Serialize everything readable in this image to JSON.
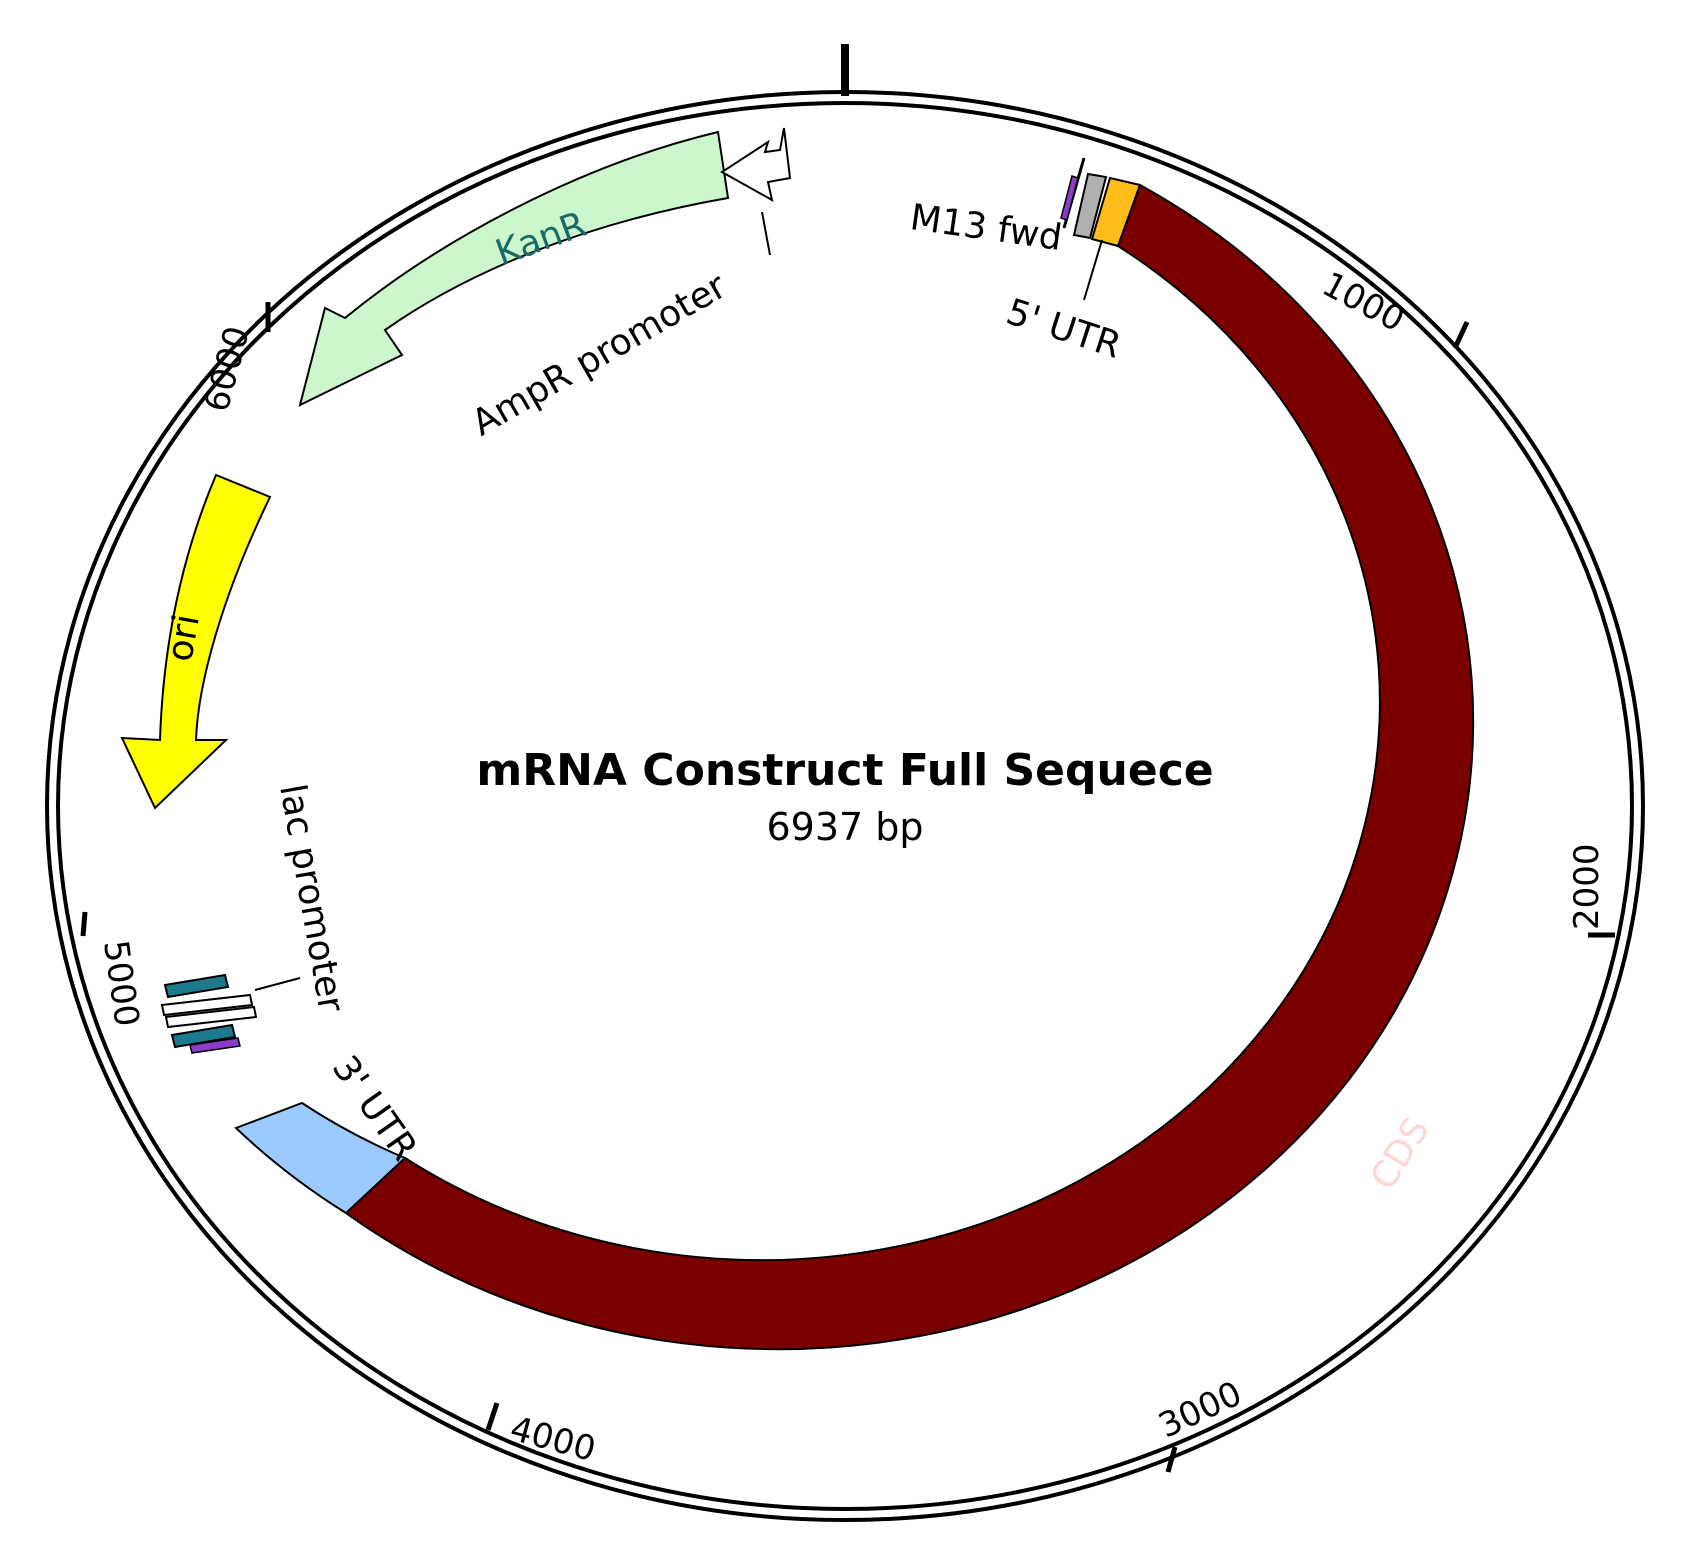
{
  "map": {
    "title": "mRNA Construct Full Sequece",
    "length_label": "6937 bp",
    "length_bp": 6937
  },
  "ticks": [
    {
      "label": "1000",
      "bp": 1000
    },
    {
      "label": "2000",
      "bp": 2000
    },
    {
      "label": "3000",
      "bp": 3000
    },
    {
      "label": "4000",
      "bp": 4000
    },
    {
      "label": "5000",
      "bp": 5000
    },
    {
      "label": "6000",
      "bp": 6000
    }
  ],
  "features": [
    {
      "name": "M13 fwd",
      "type": "primer_bind",
      "color": "#8e3cc8"
    },
    {
      "name": "5' UTR",
      "type": "utr",
      "color": "#ffbd1a"
    },
    {
      "name": "CDS",
      "type": "cds",
      "color": "#7a0000",
      "label_color": "#ffd5d5"
    },
    {
      "name": "3' UTR",
      "type": "utr",
      "color": "#9ccaff"
    },
    {
      "name": "lac promoter",
      "type": "promoter",
      "color": "#1b7a8c"
    },
    {
      "name": "ori",
      "type": "rep_origin",
      "color": "#ffff00"
    },
    {
      "name": "KanR",
      "type": "cds",
      "color": "#ccf7cc",
      "label_color": "#1b6a6a"
    },
    {
      "name": "AmpR promoter",
      "type": "promoter",
      "color": "#ffffff"
    }
  ]
}
